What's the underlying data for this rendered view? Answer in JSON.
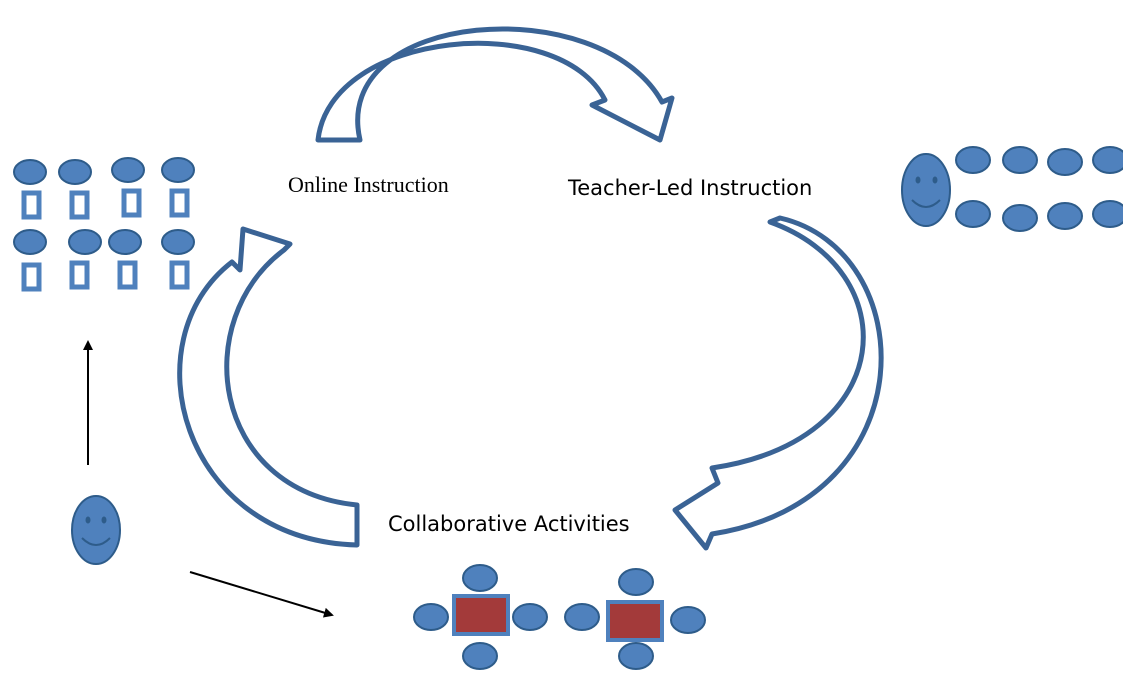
{
  "labels": {
    "online": "Online Instruction",
    "teacher": "Teacher-Led Instruction",
    "collab": "Collaborative Activities"
  },
  "icons": {
    "student": "student-icon",
    "desk": "desk-icon",
    "teacher": "teacher-smiley-icon",
    "table": "group-table-icon",
    "cycle_arrow": "curved-arrow-icon",
    "pointer_arrow": "arrow-icon"
  },
  "colors": {
    "figure_fill": "#4f81bd",
    "figure_stroke": "#2e5c8a",
    "table_fill": "#a33a3a",
    "cycle_arrow_stroke": "#3a6395",
    "background": "#ffffff"
  }
}
